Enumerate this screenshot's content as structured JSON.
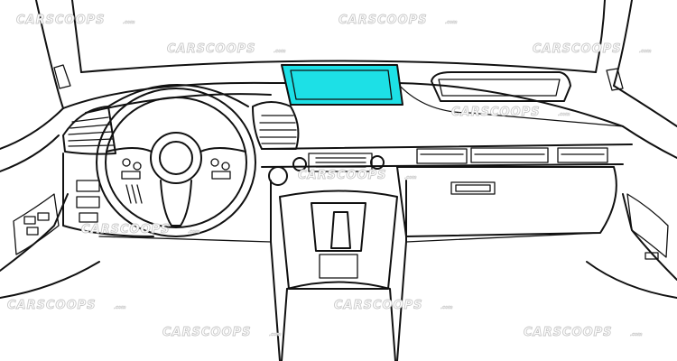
{
  "drawing": {
    "subject": "car dashboard patent line drawing",
    "highlight_color": "#1de0e6",
    "line_color": "#111111",
    "background": "#ffffff"
  },
  "watermark": {
    "brand": "CARSCOOPS",
    "suffix": ".com",
    "color": "#c9c9c9"
  }
}
